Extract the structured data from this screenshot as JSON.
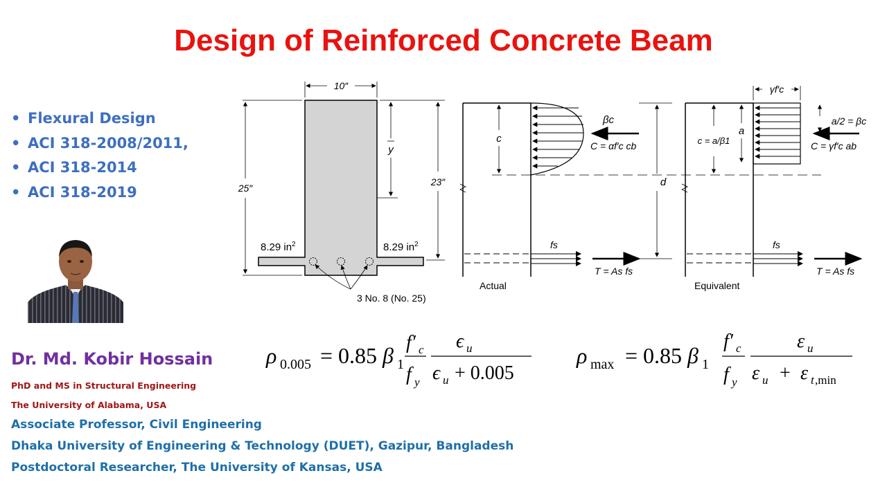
{
  "slide": {
    "title": "Design of Reinforced Concrete Beam",
    "bullets": [
      "Flexural Design",
      "ACI 318-2008/2011,",
      "ACI 318-2014",
      "ACI 318-2019"
    ],
    "author": {
      "name": "Dr. Md. Kobir Hossain",
      "degree": "PhD and MS in Structural Engineering",
      "university": "The University of Alabama, USA",
      "position": "Associate Professor, Civil Engineering",
      "institution": "Dhaka University of Engineering & Technology (DUET), Gazipur,  Bangladesh",
      "postdoc": "Postdoctoral Researcher, The University of Kansas, USA"
    }
  },
  "section_figure": {
    "width_label": "10″",
    "height_label": "25″",
    "depth_label": "23″",
    "centroid_label": "y",
    "flange_area_left": "8.29 in",
    "flange_area_right": "8.29 in",
    "area_exponent": "2",
    "bars_label": "3 No. 8 (No. 25)"
  },
  "stress_figure": {
    "actual_label": "Actual",
    "equivalent_label": "Equivalent",
    "c_label": "c",
    "beta_c": "βc",
    "compression_actual": "C = αf′c cb",
    "d_label": "d",
    "fs_label": "fs",
    "tension_label": "T = As fs",
    "gamma_fc": "γf′c",
    "a_over_2": "a/2 = βc",
    "c_eq_a_over_beta": "c = a/β1",
    "a_label": "a",
    "compression_equiv": "C = γf′c ab"
  },
  "equations": {
    "rho_0005": "ρ0.005 = 0.85β1 (f′c / fy) · εu / (εu + 0.005)",
    "rho_max": "ρmax = 0.85β1 (f′c / fy) · εu / (εu + εt,min)"
  },
  "colors": {
    "title": "#e8130f",
    "bullets": "#3d6fc0",
    "author": "#7030a0",
    "credentials": "#a11616",
    "affiliation": "#1e6fa8",
    "beam_fill": "#d4d4d4"
  }
}
